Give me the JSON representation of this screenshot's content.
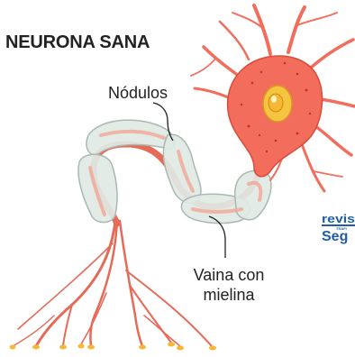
{
  "title": "NEURONA SANA",
  "labels": {
    "nodes": "Nódulos",
    "sheath_line1": "Vaina con",
    "sheath_line2": "mielina"
  },
  "logo": {
    "type": "publisher watermark",
    "fragments": [
      "revis",
      "Seg",
      "TRAFI"
    ]
  },
  "colors": {
    "neuron_body": "#f26d5b",
    "neuron_dark": "#d94a3a",
    "axon": "#e66a58",
    "myelin": "#dfe9e4",
    "myelin_edge": "#a9b9b2",
    "nucleus": "#f5c542",
    "terminal": "#f7b733",
    "logo_blue": "#1f5fa8"
  }
}
